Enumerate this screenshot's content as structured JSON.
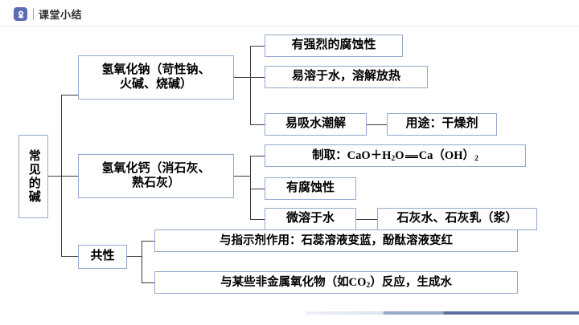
{
  "header": {
    "icon": "badge-ribbon-icon",
    "title": "课堂小结",
    "accent_color": "#5b6bb5",
    "divider_color": "#e2e2e2"
  },
  "diagram": {
    "type": "tree",
    "orientation": "left-to-right",
    "box_border_color": "#93a8cd",
    "connector_color": "#3b3b3b",
    "root": {
      "label": "常见的碱",
      "layout": "vertical"
    },
    "branches": [
      {
        "id": "naoh",
        "label": "氢氧化钠（苛性钠、\n火碱、烧碱）",
        "children": [
          {
            "id": "naoh-1",
            "label": "有强烈的腐蚀性",
            "children": []
          },
          {
            "id": "naoh-2",
            "label": "易溶于水，溶解放热",
            "children": []
          },
          {
            "id": "naoh-3",
            "label": "易吸水潮解",
            "children": [
              {
                "id": "naoh-3-1",
                "label": "用途：干燥剂"
              }
            ]
          }
        ]
      },
      {
        "id": "caoh2",
        "label": "氢氧化钙（消石灰、\n熟石灰）",
        "children": [
          {
            "id": "caoh2-1",
            "label": "制取：CaO＋H2O══Ca（OH）2",
            "is_formula": true,
            "children": []
          },
          {
            "id": "caoh2-2",
            "label": "有腐蚀性",
            "children": []
          },
          {
            "id": "caoh2-3",
            "label": "微溶于水",
            "children": [
              {
                "id": "caoh2-3-1",
                "label": "石灰水、石灰乳（浆）"
              }
            ]
          }
        ]
      },
      {
        "id": "common",
        "label": "共性",
        "children": [
          {
            "id": "common-1",
            "label": "与指示剂作用：石蕊溶液变蓝，酚酞溶液变红",
            "children": []
          },
          {
            "id": "common-2",
            "label": "与某些非金属氧化物（如CO2）反应，生成水",
            "is_formula": true,
            "children": []
          }
        ]
      }
    ]
  },
  "footer": {
    "bar_colors": [
      "#eceff7",
      "#9aa7c9",
      "#5d6e9e"
    ]
  }
}
